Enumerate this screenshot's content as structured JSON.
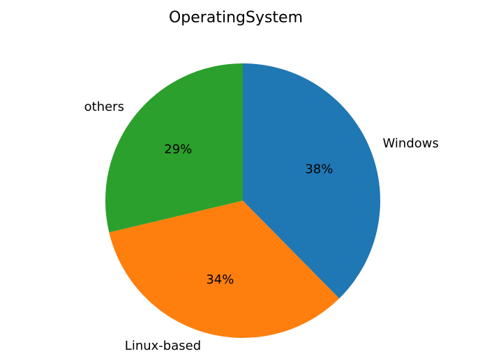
{
  "chart_data": {
    "type": "pie",
    "title": "OperatingSystem",
    "start_angle_deg": 90,
    "direction": "clockwise",
    "slices": [
      {
        "label": "Windows",
        "value": 38,
        "pct_label": "38%",
        "color": "#1f77b4"
      },
      {
        "label": "Linux-based",
        "value": 34,
        "pct_label": "34%",
        "color": "#ff7f0e"
      },
      {
        "label": "others",
        "value": 29,
        "pct_label": "29%",
        "color": "#2ca02c"
      }
    ]
  }
}
